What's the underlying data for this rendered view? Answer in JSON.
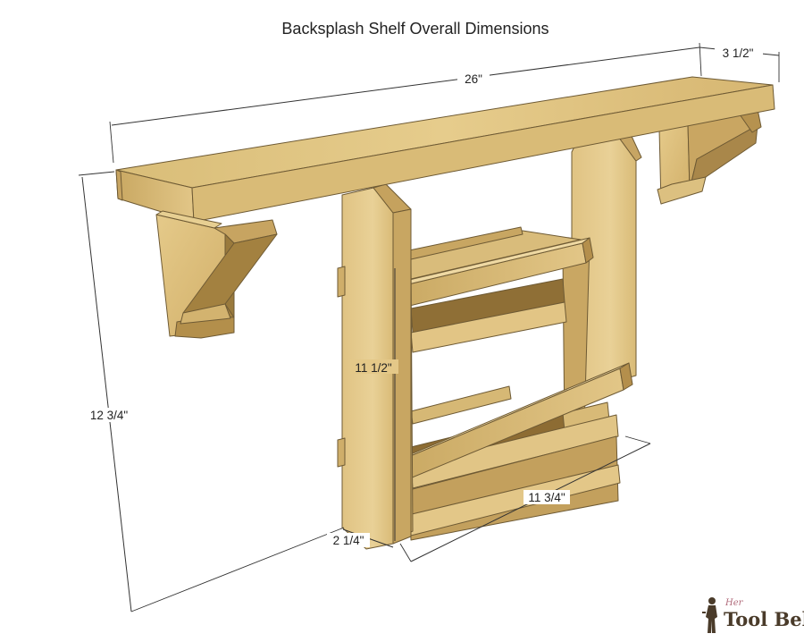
{
  "title": "Backsplash Shelf Overall Dimensions",
  "dimensions": {
    "length": "26\"",
    "depth": "3 1/2\"",
    "height": "12 3/4\"",
    "rack_height": "11 1/2\"",
    "rack_length": "11 3/4\"",
    "rack_depth": "2 1/4\""
  },
  "logo": {
    "script": "Her",
    "name": "Tool Belt"
  },
  "colors": {
    "wood_light": "#e7cf8f",
    "wood_mid": "#d7b673",
    "wood_dark": "#b8944f",
    "wood_shadow": "#8f6f36",
    "edge": "#6e5a34",
    "dimension_line": "#333333"
  }
}
